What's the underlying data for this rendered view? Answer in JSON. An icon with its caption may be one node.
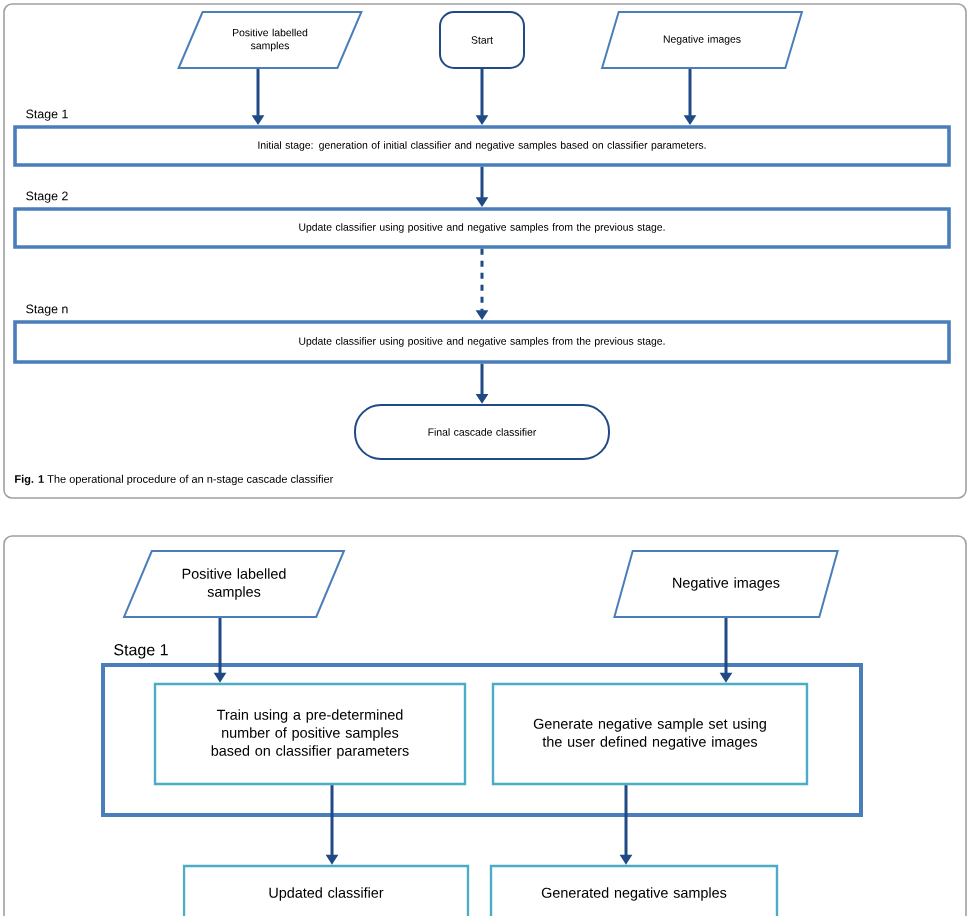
{
  "diagram": {
    "caption": "**Fig. 1** The operational procedure of an n-stage cascade classifier",
    "nodes": [
      {
        "text": [
          "Positive labelled samples"
        ]
      },
      {
        "text": [
          "Start"
        ]
      },
      {
        "text": [
          "Negative images"
        ]
      },
      {
        "text": [
          "Stage 1",
          "Initial stage: generation of initial classifier and negative samples based on classifier parameters."
        ]
      },
      {
        "text": [
          "Stage 2",
          "Update classifier using positive and negative samples from the previous stage."
        ]
      },
      {
        "text": [
          "Stage n",
          "Update classifier using positive and negative samples from the previous stage."
        ]
      },
      {
        "text": [
          "Final cascade classifier"
        ]
      },
      {
        "text": [
          "Positive labelled samples"
        ]
      },
      {
        "text": [
          "Negative images"
        ]
      },
      {
        "text": [
          "Stage 1"
        ]
      },
      {
        "text": [
          "Train using a pre-determined number of positive samples based on classifier parameters"
        ],
        "in": 9
      },
      {
        "text": [
          "Generate negative sample set using the user defined negative images"
        ],
        "in": 9
      },
      {
        "text": [
          "Updated classifier"
        ]
      },
      {
        "text": [
          "Generated negative samples"
        ]
      }
    ],
    "edges": [
      {
        "from": 0,
        "to": 3,
        "arrow": "to"
      },
      {
        "from": 1,
        "to": 3,
        "arrow": "to"
      },
      {
        "from": 2,
        "to": 3,
        "arrow": "to"
      },
      {
        "from": 3,
        "to": 4,
        "arrow": "to"
      },
      {
        "from": 4,
        "to": 5,
        "arrow": "to",
        "style": "dashed"
      },
      {
        "from": 5,
        "to": 6,
        "arrow": "to"
      },
      {
        "from": 7,
        "to": 10,
        "arrow": "to"
      },
      {
        "from": 8,
        "to": 11,
        "arrow": "to"
      },
      {
        "from": 10,
        "to": 12,
        "arrow": "to"
      },
      {
        "from": 11,
        "to": 13,
        "arrow": "to"
      }
    ]
  }
}
